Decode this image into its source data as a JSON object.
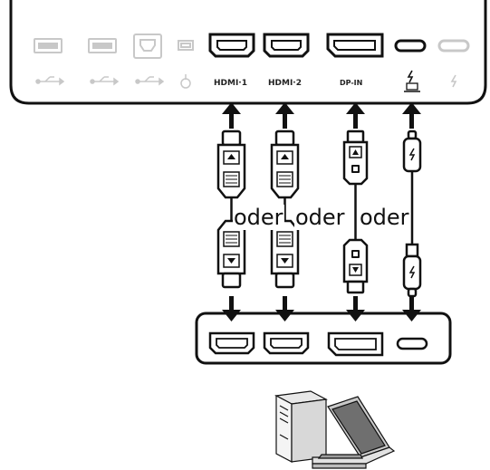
{
  "monitor_panel": {
    "port_labels": {
      "usb_1": "⟷",
      "hdmi_1": "HDMI·1",
      "hdmi_2": "HDMI·2",
      "dp_in": "DP-IN"
    },
    "ports": [
      {
        "name": "usb-a-port-1",
        "type": "usb-a",
        "icon": "usb-icon"
      },
      {
        "name": "usb-a-port-2",
        "type": "usb-a",
        "icon": "usb-icon"
      },
      {
        "name": "usb-b-port",
        "type": "usb-b",
        "icon": "usb-icon"
      },
      {
        "name": "mini-usb-port",
        "type": "mini-usb",
        "icon": "power-icon"
      },
      {
        "name": "hdmi-1-port",
        "type": "hdmi",
        "label_key": "hdmi_1"
      },
      {
        "name": "hdmi-2-port",
        "type": "hdmi",
        "label_key": "hdmi_2"
      },
      {
        "name": "dp-in-port",
        "type": "displayport",
        "label_key": "dp_in"
      },
      {
        "name": "usb-c-thunderbolt-port-1",
        "type": "usb-c",
        "icon": "thunderbolt-laptop-icon"
      },
      {
        "name": "usb-c-thunderbolt-port-2",
        "type": "usb-c",
        "icon": "thunderbolt-icon",
        "inactive": true
      }
    ]
  },
  "connectors": {
    "or_label": "oder",
    "cables": [
      "hdmi-cable-1",
      "hdmi-cable-2",
      "displayport-cable",
      "usb-c-cable"
    ]
  },
  "computer_panel": {
    "ports": [
      "hdmi",
      "hdmi",
      "displayport",
      "usb-c"
    ]
  },
  "device_illustration": {
    "icon": "computer-and-laptop-icon"
  },
  "colors": {
    "stroke": "#111111",
    "inactive": "#c8c8c8",
    "background": "#ffffff"
  }
}
